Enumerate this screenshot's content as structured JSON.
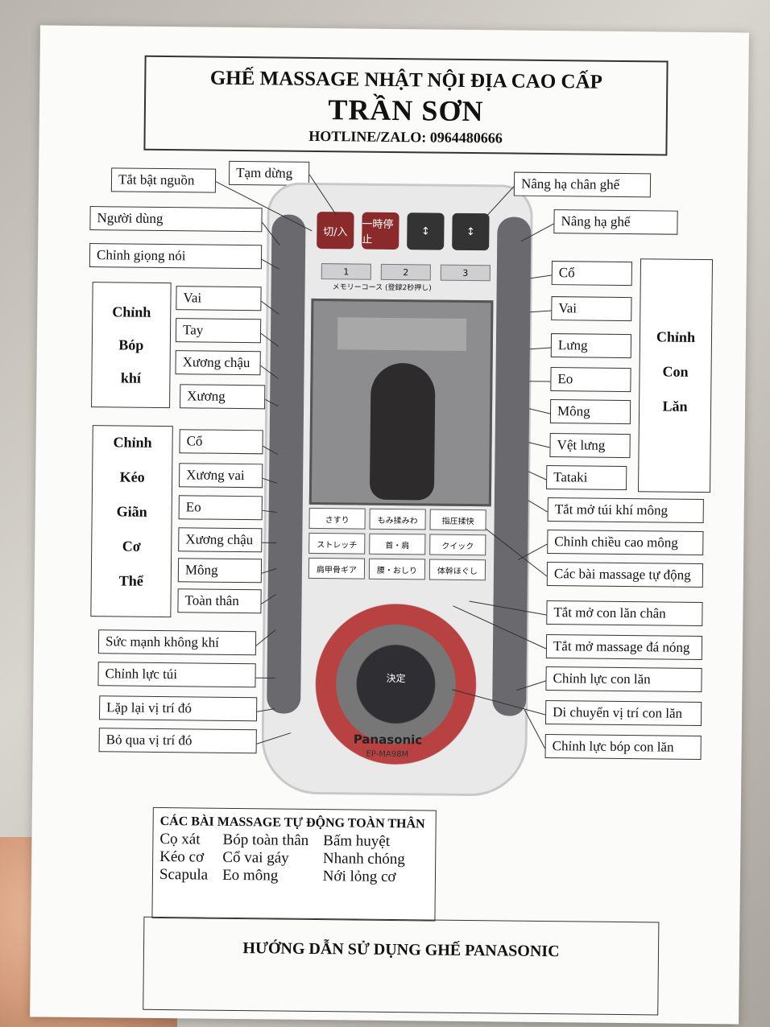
{
  "header": {
    "line1": "GHẾ MASSAGE NHẬT NỘI ĐỊA CAO CẤP",
    "line2": "TRẦN SƠN",
    "line3": "HOTLINE/ZALO: 0964480666"
  },
  "labels_left": {
    "power": "Tắt bật nguồn",
    "pause": "Tạm dừng",
    "user": "Người dùng",
    "voice": "Chỉnh giọng nói",
    "strength_air": "Sức mạnh không khí",
    "bag_force": "Chỉnh lực túi",
    "repeat_pos": "Lặp lại vị trí đó",
    "skip_pos": "Bỏ qua vị trí đó"
  },
  "group_air": {
    "title_lines": [
      "Chỉnh",
      "Bóp",
      "khí"
    ],
    "items": [
      "Vai",
      "Tay",
      "Xương chậu",
      "Xương"
    ]
  },
  "group_stretch": {
    "title_lines": [
      "Chỉnh",
      "Kéo",
      "Giãn",
      "Cơ",
      "Thể"
    ],
    "items": [
      "Cổ",
      "Xương vai",
      "Eo",
      "Xương chậu",
      "Mông",
      "Toàn thân"
    ]
  },
  "labels_right": {
    "leg_lift": "Nâng hạ chân ghế",
    "seat_lift": "Nâng hạ ghế",
    "hip_airbag": "Tắt mở túi khí mông",
    "hip_height": "Chỉnh chiều cao mông",
    "auto_programs": "Các bài massage tự động",
    "foot_roller": "Tắt mở con lăn chân",
    "hot_stone": "Tắt mở massage đá nóng",
    "roller_force": "Chỉnh lực con lăn",
    "roller_move": "Di chuyển vị trí con lăn",
    "roller_squeeze": "Chỉnh lực bóp con lăn"
  },
  "group_roller": {
    "title_lines": [
      "Chỉnh",
      "Con",
      "Lăn"
    ],
    "items": [
      "Cổ",
      "Vai",
      "Lưng",
      "Eo",
      "Mông",
      "Vệt lưng",
      "Tataki"
    ]
  },
  "remote": {
    "buttons": [
      "切/入",
      "一時停止",
      "↕",
      "↕"
    ],
    "memory": [
      "1",
      "2",
      "3"
    ],
    "memory_caption": "メモリーコース (登録2秒押し)",
    "keys": [
      "さすり",
      "もみ揉みわ",
      "指圧揉快",
      "ストレッチ",
      "首・肩",
      "クイック",
      "肩甲骨ギア",
      "腰・おしり",
      "体幹ほぐし"
    ],
    "dial_center": "決定",
    "brand": "Panasonic",
    "model": "EP-MA98M"
  },
  "auto_box": {
    "title": "CÁC BÀI MASSAGE TỰ ĐỘNG TOÀN THÂN",
    "col1": [
      "Cọ xát",
      "Kéo cơ",
      "Scapula"
    ],
    "col2": [
      "Bóp toàn thân",
      "Cổ vai gáy",
      "Eo mông"
    ],
    "col3": [
      "Bấm huyệt",
      "Nhanh chóng",
      "Nới lỏng cơ"
    ]
  },
  "footer": {
    "title": "HƯỚNG DẪN SỬ DỤNG GHẾ PANASONIC"
  }
}
